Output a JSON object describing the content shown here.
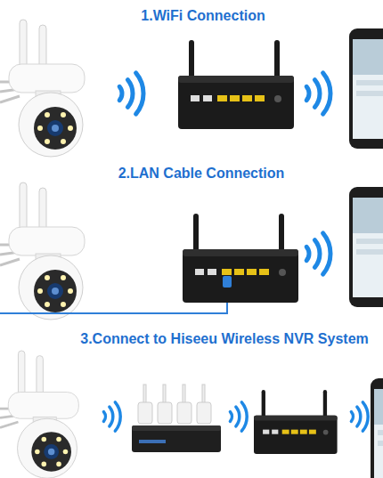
{
  "diagram": {
    "labels": [
      "1.WiFi Connection",
      "2.LAN Cable Connection",
      "3.Connect to Hiseeu Wireless NVR System"
    ]
  }
}
